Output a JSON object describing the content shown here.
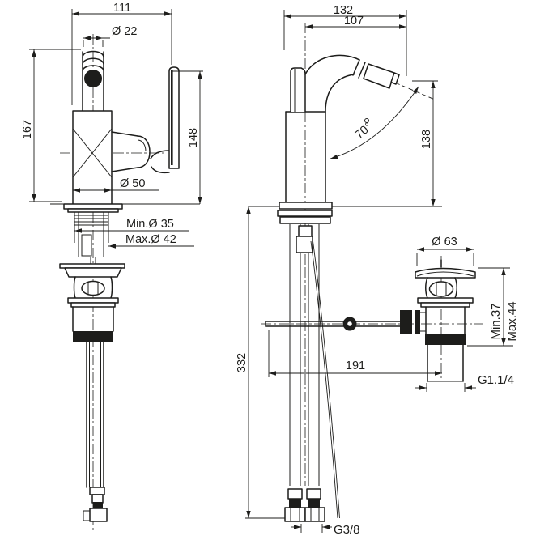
{
  "drawing_title": "bidet-mixer-tap-technical-drawing",
  "colors": {
    "line": "#1d1d1b",
    "background": "#ffffff"
  },
  "front": {
    "width": "111",
    "spout_dia": "Ø 22",
    "height": "167",
    "handle_height": "148",
    "body_dia": "Ø 50",
    "hole_min": "Min.Ø 35",
    "hole_max": "Max.Ø 42"
  },
  "side": {
    "depth": "132",
    "reach": "107",
    "angle": "70°",
    "spout_height": "138",
    "below_deck": "332",
    "supply_thread": "G3/8"
  },
  "drain": {
    "cap_dia": "Ø 63",
    "deck_min": "Min.37",
    "deck_max": "Max.44",
    "rod_reach": "191",
    "waste_thread": "G1.1/4"
  }
}
